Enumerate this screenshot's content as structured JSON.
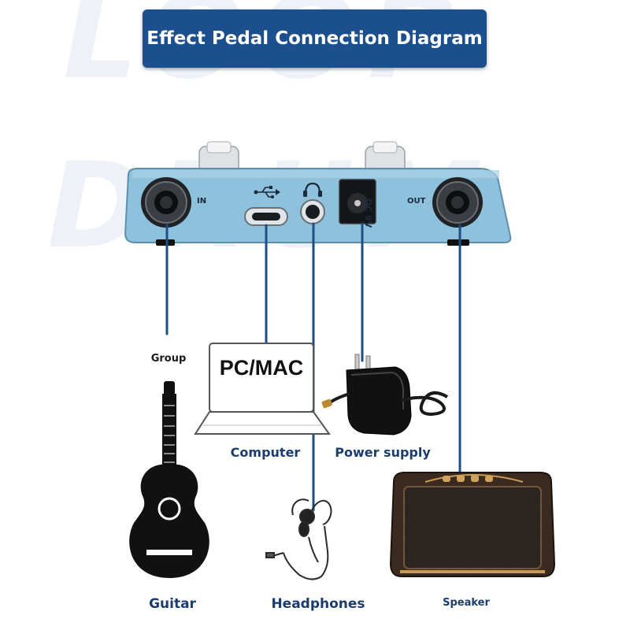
{
  "title": "Effect Pedal Connection Diagram",
  "watermark": [
    "LOOP",
    "DRUM"
  ],
  "pedal_labels": {
    "in": "IN",
    "out": "OUT",
    "dc": "DC 9V"
  },
  "devices": {
    "group": "Group",
    "computer_screen": "PC/MAC",
    "computer": "Computer",
    "power_supply": "Power supply",
    "guitar": "Guitar",
    "headphones": "Headphones",
    "speaker": "Speaker"
  },
  "colors": {
    "title_bg": "#1c4f8e",
    "cable": "#1d4f86",
    "pedal": "#8ec1db",
    "label": "#1b3d6e"
  },
  "icons": [
    "usb-icon",
    "headphone-icon"
  ]
}
